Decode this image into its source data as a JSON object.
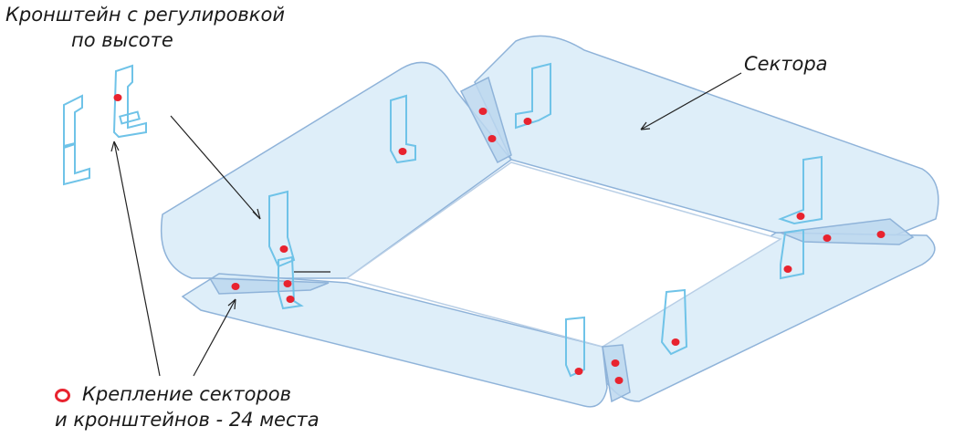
{
  "diagram": {
    "title_lines": [
      "Кронштейн с регулировкой",
      "по высоте"
    ],
    "sectors_label": "Сектора",
    "legend_lines": [
      "Крепление секторов",
      "и кронштейнов - 24 места"
    ],
    "colors": {
      "panel_fill": "#d8ebf8",
      "panel_stroke": "#8fb3d9",
      "bracket_stroke": "#6fc3e8",
      "fastener": "#e8232f",
      "leader_line": "#222222"
    },
    "icons": [
      "bracket-icon",
      "fastener-dot-icon"
    ]
  }
}
